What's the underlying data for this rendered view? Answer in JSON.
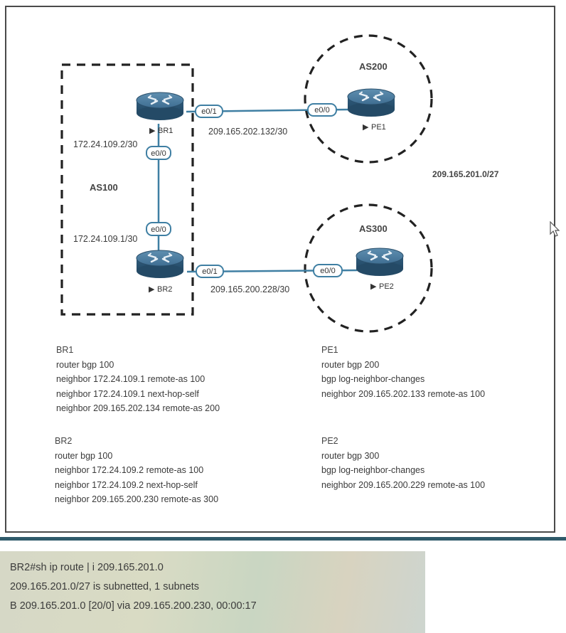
{
  "diagram": {
    "as100_label": "AS100",
    "as200_label": "AS200",
    "as300_label": "AS300",
    "routers": {
      "br1": "BR1",
      "br2": "BR2",
      "pe1": "PE1",
      "pe2": "PE2"
    },
    "interfaces": {
      "br1_e01": "e0/1",
      "br1_e00": "e0/0",
      "br2_e00": "e0/0",
      "br2_e01": "e0/1",
      "pe1_e00": "e0/0",
      "pe2_e00": "e0/0"
    },
    "ip_br1": "172.24.109.2/30",
    "ip_br2": "172.24.109.1/30",
    "subnet_br1_pe1": "209.165.202.132/30",
    "subnet_br2_pe2": "209.165.200.228/30",
    "advertised_network": "209.165.201.0/27"
  },
  "configs": {
    "br1": {
      "title": "BR1",
      "lines": [
        "router bgp 100",
        "neighbor 172.24.109.1 remote-as 100",
        "neighbor 172.24.109.1 next-hop-self",
        "neighbor 209.165.202.134 remote-as 200"
      ]
    },
    "br2": {
      "title": "BR2",
      "lines": [
        "router bgp 100",
        "neighbor 172.24.109.2 remote-as 100",
        "neighbor 172.24.109.2 next-hop-self",
        "neighbor 209.165.200.230 remote-as 300"
      ]
    },
    "pe1": {
      "title": "PE1",
      "lines": [
        "router bgp 200",
        "bgp log-neighbor-changes",
        "neighbor 209.165.202.133 remote-as 100"
      ]
    },
    "pe2": {
      "title": "PE2",
      "lines": [
        "router bgp 300",
        "bgp log-neighbor-changes",
        "neighbor 209.165.200.229 remote-as 100"
      ]
    }
  },
  "terminal": {
    "lines": [
      "BR2#sh ip route | i 209.165.201.0",
      "209.165.201.0/27 is subnetted, 1 subnets",
      "B 209.165.201.0 [20/0] via 209.165.200.230, 00:00:17"
    ]
  }
}
